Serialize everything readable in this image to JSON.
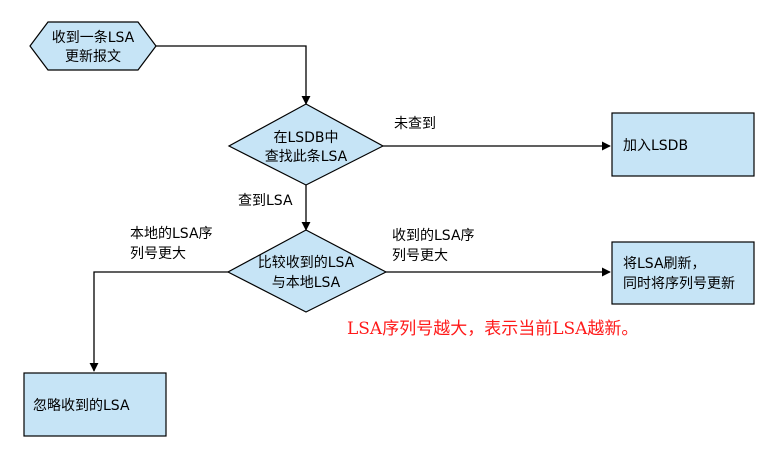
{
  "colors": {
    "node_fill": "#c6e4f6",
    "node_stroke": "#000000",
    "note_text": "#ff1a1a"
  },
  "nodes": {
    "start": {
      "line1": "收到一条LSA",
      "line2": "更新报文"
    },
    "lookup": {
      "line1": "在LSDB中",
      "line2": "查找此条LSA"
    },
    "add": {
      "label": "加入LSDB"
    },
    "compare": {
      "line1": "比较收到的LSA",
      "line2": "与本地LSA"
    },
    "refresh": {
      "line1": "将LSA刷新，",
      "line2": "同时将序列号更新"
    },
    "ignore": {
      "label": "忽略收到的LSA"
    }
  },
  "edges": {
    "not_found": "未查到",
    "found": "查到LSA",
    "local_larger": {
      "line1": "本地的LSA序",
      "line2": "列号更大"
    },
    "received_larger": {
      "line1": "收到的LSA序",
      "line2": "列号更大"
    }
  },
  "note": "LSA序列号越大，表示当前LSA越新。"
}
